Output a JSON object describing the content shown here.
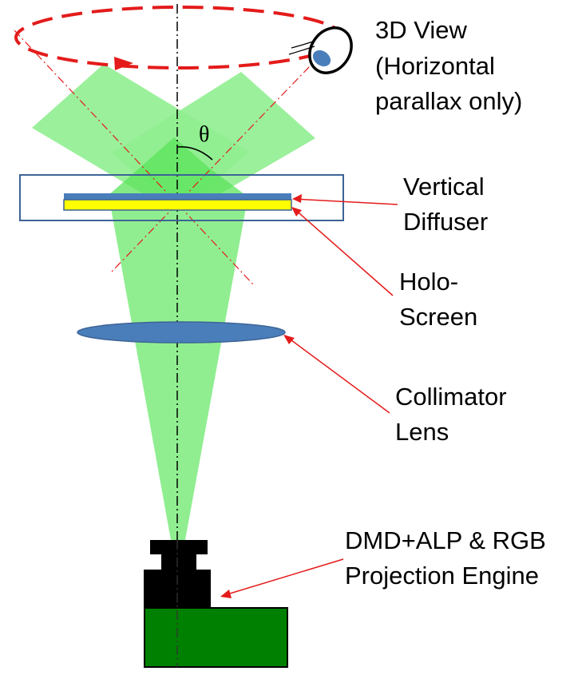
{
  "labels": {
    "view_3d": [
      "3D View",
      "(Horizontal",
      "parallax only)"
    ],
    "vertical_diffuser": [
      "Vertical",
      "Diffuser"
    ],
    "holo_screen": [
      "Holo-",
      "Screen"
    ],
    "collimator_lens": [
      "Collimator",
      "Lens"
    ],
    "projection_engine": [
      "DMD+ALP & RGB",
      "Projection Engine"
    ],
    "angle_symbol": "θ"
  },
  "colors": {
    "light_beam": "#90EE90",
    "light_overlap": "#5BE35B",
    "rotation_arrow": "#E41B1B",
    "leader_lines": "#E41B1B",
    "lens": "#4A7EBB",
    "screen_frame": "#3D6496",
    "screen_film": "#FFFF00",
    "engine_body": "#008000",
    "engine_top": "#000000"
  },
  "icons": {
    "viewer": "eye-icon",
    "rotation": "circular-arrow-icon"
  }
}
